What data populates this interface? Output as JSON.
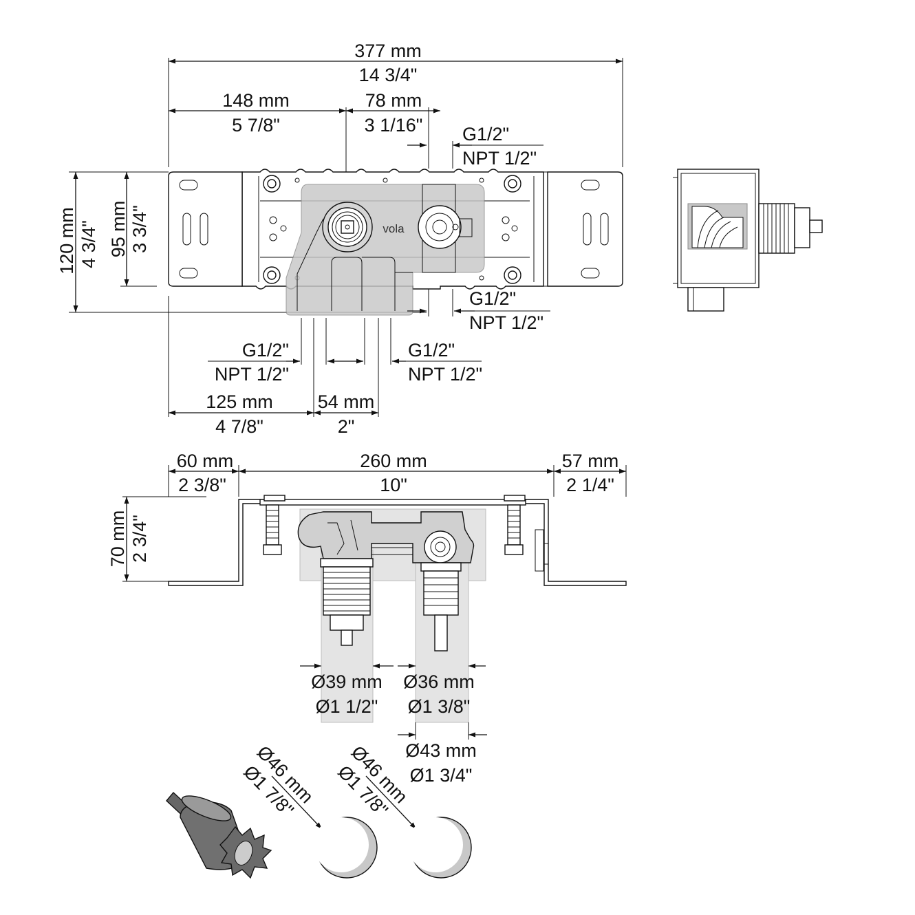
{
  "top_view": {
    "overall_mm": "377 mm",
    "overall_in": "14 3/4\"",
    "left_mm": "148 mm",
    "left_in": "5 7/8\"",
    "mid_mm": "78 mm",
    "mid_in": "3 1/16\"",
    "conn_tr_g": "G1/2\"",
    "conn_tr_npt": "NPT 1/2\"",
    "conn_br_g": "G1/2\"",
    "conn_br_npt": "NPT 1/2\"",
    "height_mm": "120 mm",
    "height_in": "4 3/4\"",
    "inner_mm": "95 mm",
    "inner_in": "3 3/4\"",
    "conn_bl_g": "G1/2\"",
    "conn_bl_npt": "NPT 1/2\"",
    "conn_bm_g": "G1/2\"",
    "conn_bm_npt": "NPT 1/2\"",
    "bottom_left_mm": "125 mm",
    "bottom_left_in": "4 7/8\"",
    "spacing_mm": "54 mm",
    "spacing_in": "2\"",
    "brand": "vola"
  },
  "front_view": {
    "left_mm": "60 mm",
    "left_in": "2 3/8\"",
    "middle_mm": "260 mm",
    "middle_in": "10\"",
    "right_mm": "57 mm",
    "right_in": "2 1/4\"",
    "depth_mm": "70 mm",
    "depth_in": "2 3/4\"",
    "dia1_mm": "Ø39 mm",
    "dia1_in": "Ø1 1/2\"",
    "dia2_mm": "Ø36 mm",
    "dia2_in": "Ø1 3/8\"",
    "dia3_mm": "Ø43 mm",
    "dia3_in": "Ø1 3/4\""
  },
  "holes": {
    "hole1_mm": "Ø46 mm",
    "hole1_in": "Ø1 7/8\"",
    "hole2_mm": "Ø46 mm",
    "hole2_in": "Ø1 7/8\""
  },
  "icons": [
    "hole-saw-icon",
    "wall-cutout-icon"
  ]
}
